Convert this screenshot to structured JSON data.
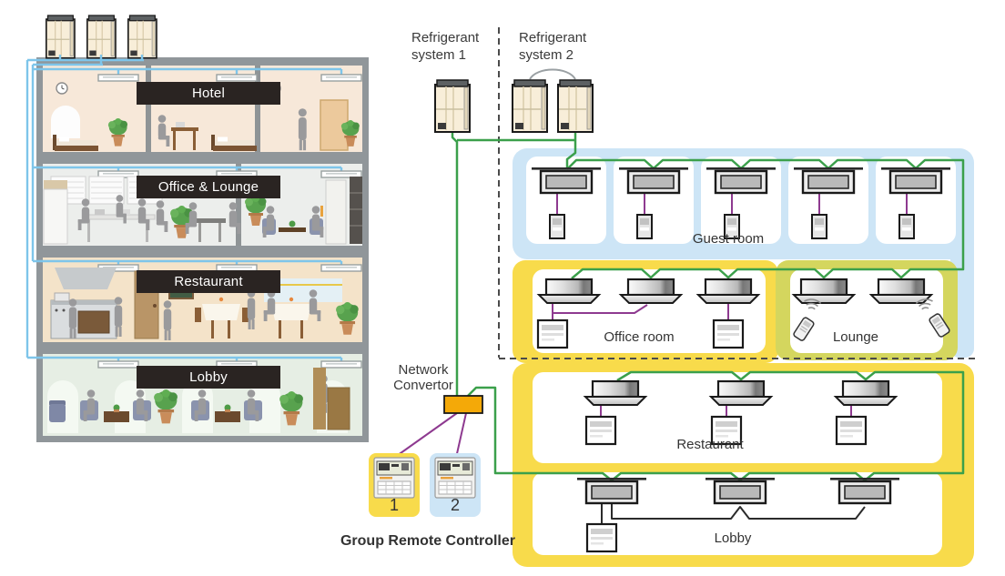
{
  "building": {
    "floors": [
      {
        "label": "Hotel"
      },
      {
        "label": "Office & Lounge"
      },
      {
        "label": "Restaurant"
      },
      {
        "label": "Lobby"
      }
    ]
  },
  "diagram": {
    "systems": [
      {
        "line1": "Refrigerant",
        "line2": "system 1"
      },
      {
        "line1": "Refrigerant",
        "line2": "system 2"
      }
    ],
    "network_convertor": {
      "line1": "Network",
      "line2": "Convertor"
    },
    "group_remote_controller": {
      "label": "Group Remote Controller",
      "controllers": [
        {
          "number": "1"
        },
        {
          "number": "2"
        }
      ]
    },
    "rooms": {
      "guest": "Guest room",
      "office": "Office room",
      "lounge": "Lounge",
      "restaurant": "Restaurant",
      "lobby": "Lobby"
    }
  },
  "colors": {
    "wire_green": "#3ba04b",
    "wire_purple": "#8e3a90",
    "wire_black": "#2b2b2b",
    "pipe_blue": "#7ec5ea",
    "zone_yellow": "#f8db4b",
    "zone_blue": "#cde5f6",
    "zone_olive": "#d4d65e",
    "convertor_orange": "#f4a908",
    "banner_dark": "#2a2422"
  }
}
